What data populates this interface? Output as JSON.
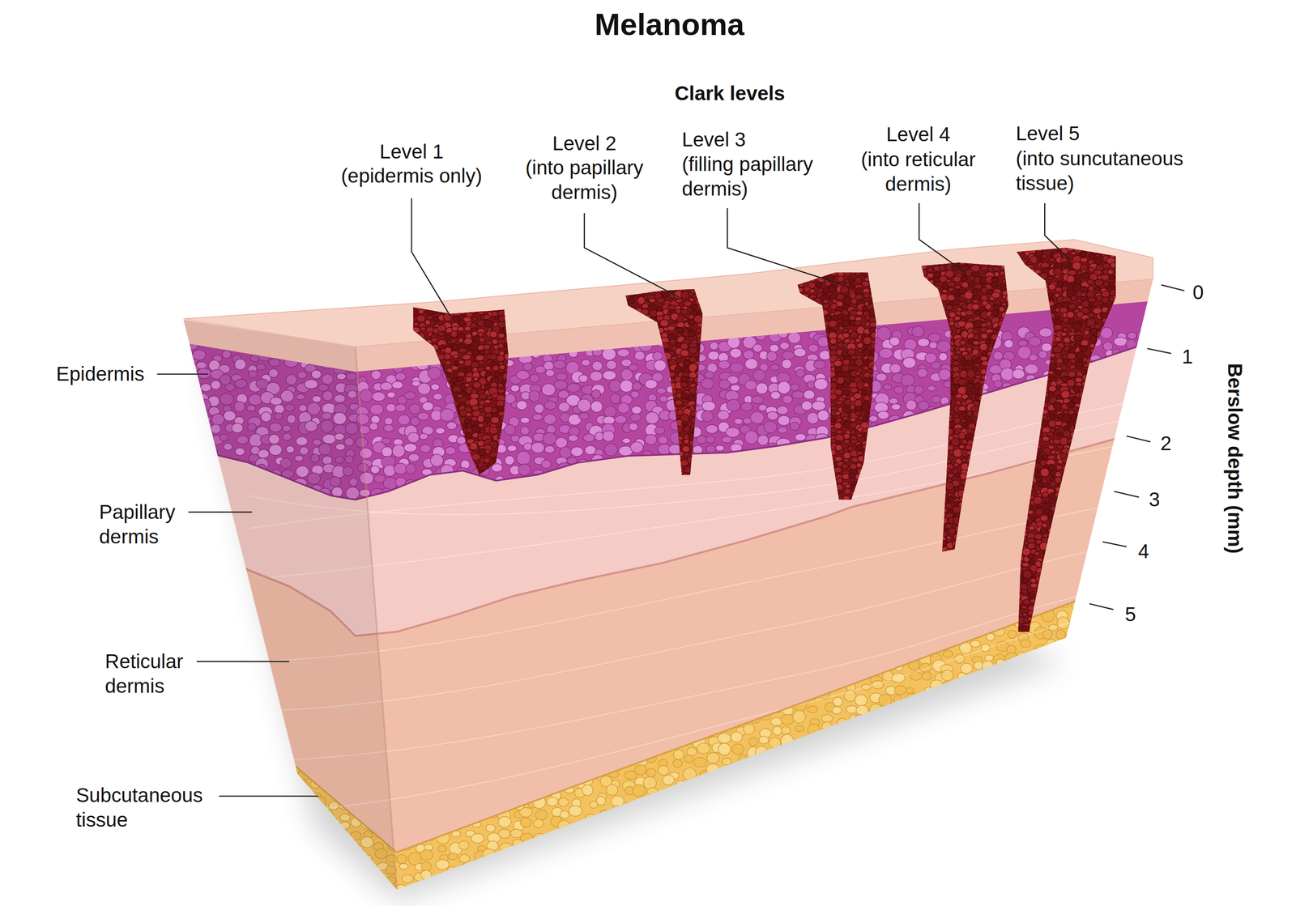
{
  "diagram": {
    "title": "Melanoma",
    "labels": [
      "Clark levels",
      "Level 1",
      "(epidermis only)",
      "Level 2",
      "(into papillary dermis)",
      "Level 3",
      "(filling papillary dermis)",
      "Level 4",
      "(into reticular dermis)",
      "Level 5",
      "(into suncutaneous tissue)",
      "Epidermis",
      "Papillary dermis",
      "Reticular dermis",
      "Subcutaneous tissue",
      "0",
      "1",
      "2",
      "3",
      "4",
      "5",
      "Berslow depth (mm)"
    ]
  }
}
